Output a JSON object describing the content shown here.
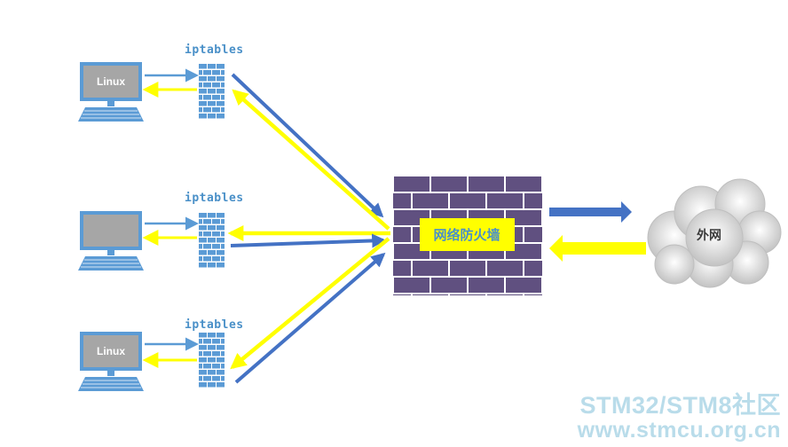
{
  "hosts": [
    {
      "screen_label": "Linux",
      "firewall_label": "iptables"
    },
    {
      "screen_label": "",
      "firewall_label": "iptables"
    },
    {
      "screen_label": "Linux",
      "firewall_label": "iptables"
    }
  ],
  "network_firewall": {
    "label": "网络防火墙"
  },
  "external_network": {
    "label": "外网"
  },
  "watermark": {
    "line1": "STM32/STM8社区",
    "line2": "www.stmcu.org.cn"
  },
  "colors": {
    "outbound_arrow": "#4472c4",
    "inbound_arrow": "#ffff00",
    "wall_brick": "#605080",
    "wall_mortar": "#ffffff",
    "monitor_frame": "#5b9bd5",
    "monitor_screen": "#a6a6a6",
    "firewall_icon": "#5b9bd5",
    "label_blue": "#4a90c8"
  }
}
